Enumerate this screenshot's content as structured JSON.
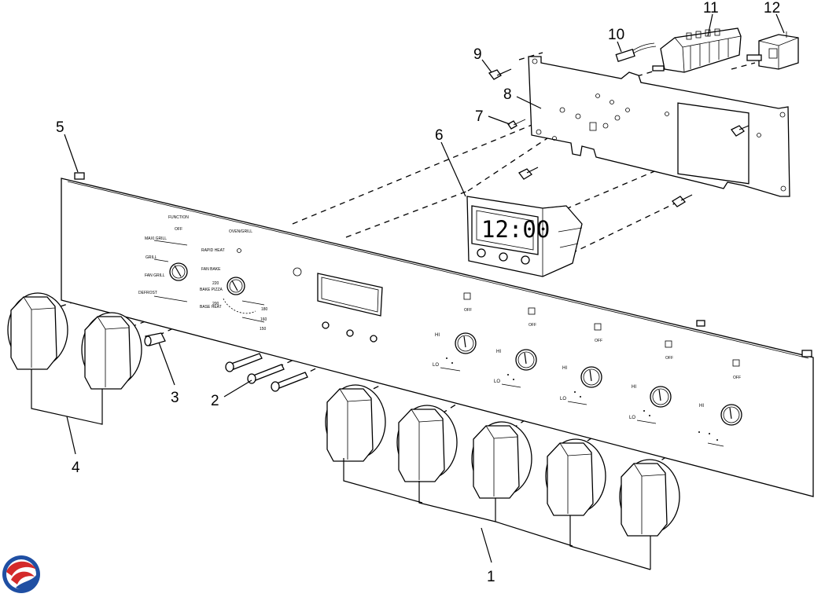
{
  "diagram": {
    "callouts": [
      {
        "id": "1",
        "label": "1"
      },
      {
        "id": "2",
        "label": "2"
      },
      {
        "id": "3",
        "label": "3"
      },
      {
        "id": "4",
        "label": "4"
      },
      {
        "id": "5",
        "label": "5"
      },
      {
        "id": "6",
        "label": "6"
      },
      {
        "id": "7",
        "label": "7"
      },
      {
        "id": "8",
        "label": "8"
      },
      {
        "id": "9",
        "label": "9"
      },
      {
        "id": "10",
        "label": "10"
      },
      {
        "id": "11",
        "label": "11"
      },
      {
        "id": "12",
        "label": "12"
      }
    ],
    "timer_display": "12:00",
    "panel_labels": {
      "function": "FUNCTION",
      "off": "OFF",
      "oven_grill": "OVEN/GRILL",
      "max_grill": "MAXI GRILL",
      "grill": "GRILL",
      "fan_grill": "FAN GRILL",
      "defrost": "DEFROST",
      "rapid_heat": "RAPID HEAT",
      "fan_bake": "FAN BAKE",
      "bake_pizza": "BAKE PIZZA",
      "base_heat": "BASE HEAT",
      "hi": "HI",
      "lo": "LO",
      "t220": "220",
      "t200": "200",
      "t180": "180",
      "t160": "160",
      "t150": "150"
    },
    "logo_colors": {
      "red": "#d42a2a",
      "blue": "#1f4fa3"
    }
  }
}
